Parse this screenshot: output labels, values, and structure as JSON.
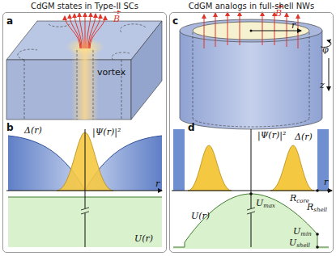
{
  "diagram": {
    "nodes": [
      {
        "text": [
          "CdGM states in Type-II SCs"
        ]
      },
      {
        "text": [
          "CdGM analogs in full-shell NWs"
        ]
      }
    ],
    "labels": [
      "a",
      "vortex",
      "B",
      "b",
      "Δ(r)",
      "|Ψ(r)|²",
      "r",
      "U(r)",
      "c",
      "B",
      "r",
      "φ",
      "z",
      "d",
      "|Ψ(r)|²",
      "Δ(r)",
      "r",
      "U(r)",
      "Umax",
      "Rcore",
      "Rshell",
      "Umin",
      "Ushell"
    ]
  }
}
